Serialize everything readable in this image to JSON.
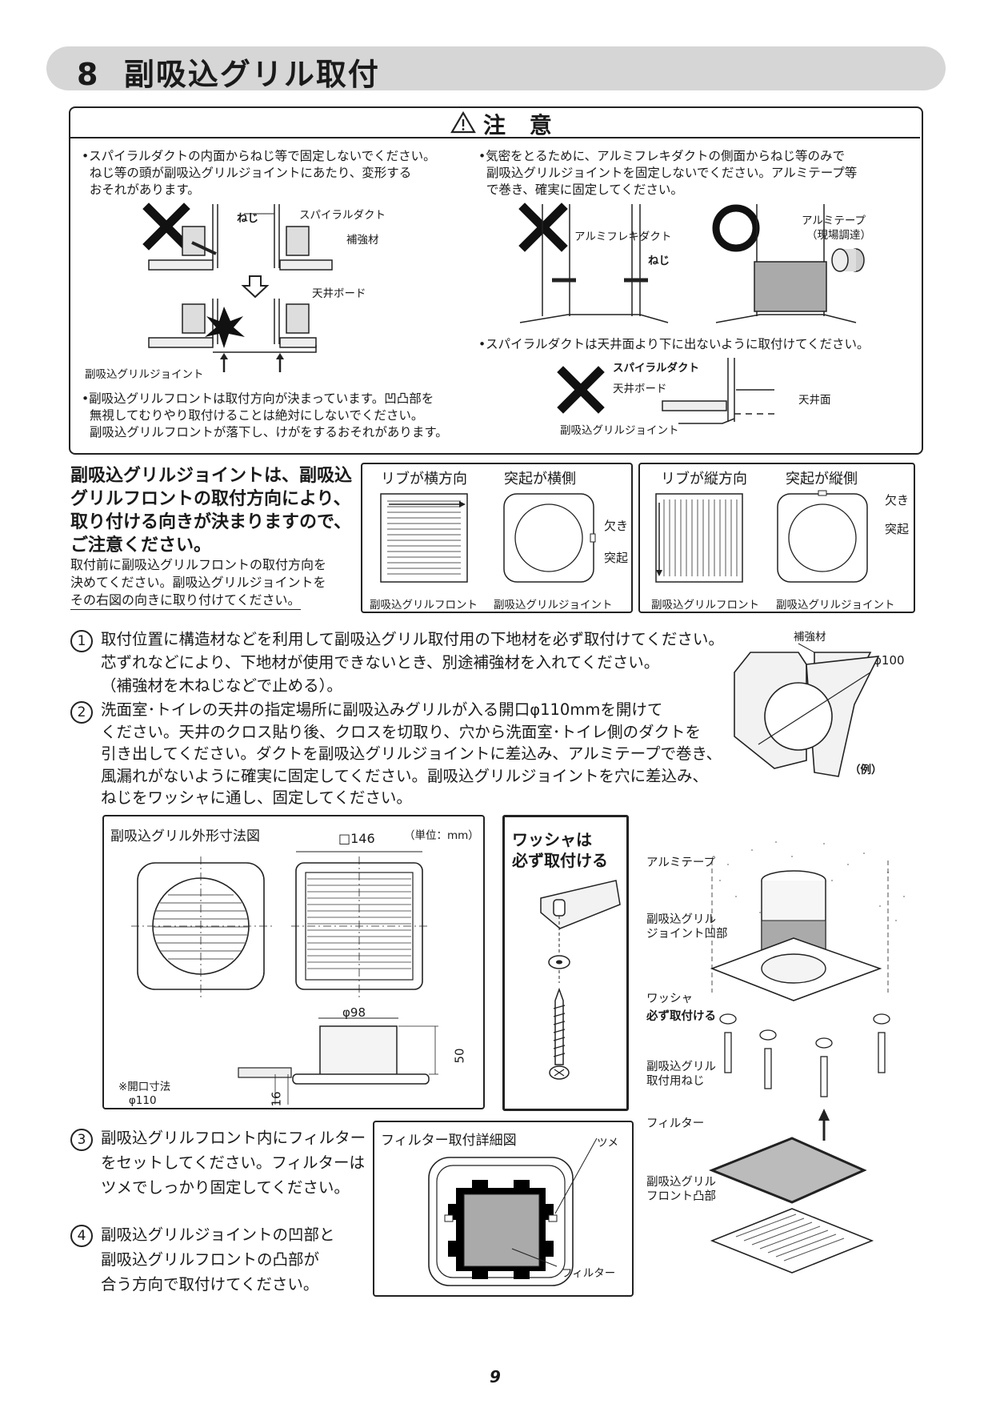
{
  "section": {
    "number": "8",
    "title": "副吸込グリル取付"
  },
  "caution": {
    "title": "注 意",
    "left_note": "•スパイラルダクトの内面からねじ等で固定しないでください。\n  ねじ等の頭が副吸込グリルジョイントにあたり、変形する\n  おそれがあります。",
    "right_note": "•気密をとるために、アルミフレキダクトの側面からねじ等のみで\n  副吸込グリルジョイントを固定しないでください。アルミテープ等\n  で巻き、確実に固定してください。",
    "front_note": "•副吸込グリルフロントは取付方向が決まっています。凹凸部を\n  無視してむりやり取付けることは絶対にしないでください。\n  副吸込グリルフロントが落下し、けがをするおそれがあります。",
    "spiral_note": "•スパイラルダクトは天井面より下に出ないように取付けてください。",
    "labels": {
      "neji": "ねじ",
      "spiral_duct": "スパイラルダクト",
      "hokyozai": "補強材",
      "tenjo_board": "天井ボード",
      "joint": "副吸込グリルジョイント",
      "alumi_flex": "アルミフレキダクト",
      "neji2": "ねじ",
      "alumi_tape": "アルミテープ",
      "genba": "（現場調達）",
      "spiral_duct2": "スパイラルダクト",
      "tenjo_board2": "天井ボード",
      "tenjo_men": "天井面",
      "joint2": "副吸込グリルジョイント"
    }
  },
  "orientation": {
    "lead": "副吸込グリルジョイントは、副吸込\nグリルフロントの取付方向により、\n取り付ける向きが決まりますので、\nご注意ください。",
    "sub1": "取付前に副吸込グリルフロントの取付方向を\n決めてください。副吸込グリルジョイントを",
    "sub2": "その右図の向きに取り付けてください。",
    "box1": {
      "h1": "リブが横方向",
      "h2": "突起が横側",
      "kaki": "欠き",
      "tokki": "突起",
      "cap1": "副吸込グリルフロント",
      "cap2": "副吸込グリルジョイント"
    },
    "box2": {
      "h1": "リブが縦方向",
      "h2": "突起が縦側",
      "kaki": "欠き",
      "tokki": "突起",
      "cap1": "副吸込グリルフロント",
      "cap2": "副吸込グリルジョイント"
    }
  },
  "steps": {
    "s1_num": "1",
    "s1": "取付位置に構造材などを利用して副吸込グリル取付用の下地材を必ず取付けてください。\n芯ずれなどにより、下地材が使用できないとき、別途補強材を入れてください。\n（補強材を木ねじなどで止める）。",
    "s2_num": "2",
    "s2": "洗面室･トイレの天井の指定場所に副吸込みグリルが入る開口φ110mmを開けて\nください。天井のクロス貼り後、クロスを切取り、穴から洗面室･トイレ側のダクトを\n引き出してください。ダクトを副吸込グリルジョイントに差込み、アルミテープで巻き、\n風漏れがないように確実に固定してください。副吸込グリルジョイントを穴に差込み、\nねじをワッシャに通し、固定してください。",
    "s3_num": "3",
    "s3": "副吸込グリルフロント内にフィルター\nをセットしてください。フィルターは\nツメでしっかり固定してください。",
    "s4_num": "4",
    "s4": "副吸込グリルジョイントの凹部と\n副吸込グリルフロントの凸部が\n合う方向で取付けてください。"
  },
  "reinforce": {
    "label": "補強材",
    "dia": "φ100",
    "example": "（例）"
  },
  "dims": {
    "title": "副吸込グリル外形寸法図",
    "unit": "（単位：mm）",
    "square": "□146",
    "d98": "φ98",
    "h50": "50",
    "h16": "16",
    "opening": "※開口寸法\n   φ110"
  },
  "washer": {
    "title": "ワッシャは\n必ず取付ける"
  },
  "filter": {
    "title": "フィルター取付詳細図",
    "tsume": "ツメ",
    "filter": "フィルター"
  },
  "assembly": {
    "alumi_tape": "アルミテープ",
    "joint_concave": "副吸込グリル\nジョイント凹部",
    "washer": "ワッシャ",
    "washer_must": "必ず取付ける",
    "screw": "副吸込グリル\n取付用ねじ",
    "filter": "フィルター",
    "front_convex": "副吸込グリル\nフロント凸部"
  },
  "page_number": "9"
}
